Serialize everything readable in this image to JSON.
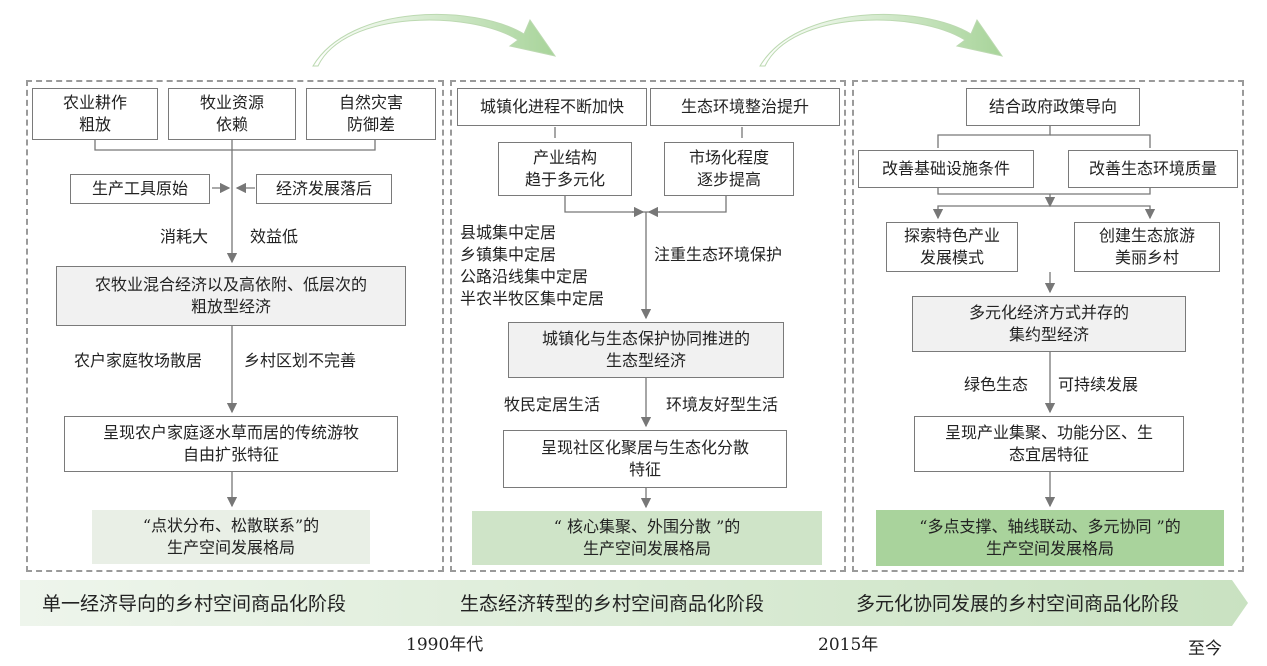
{
  "panel1": {
    "causes": [
      "农业耕作\n粗放",
      "牧业资源\n依赖",
      "自然灾害\n防御差"
    ],
    "left_factor": "生产工具原始",
    "right_factor": "经济发展落后",
    "mid_left": "消耗大",
    "mid_right": "效益低",
    "economy": "农牧业混合经济以及高依附、低层次的\n粗放型经济",
    "life_left": "农户家庭牧场散居",
    "life_right": "乡村区划不完善",
    "feature": "呈现农户家庭逐水草而居的传统游牧\n自由扩张特征",
    "pattern": "“点状分布、松散联系”的\n生产空间发展格局"
  },
  "panel2": {
    "top_left": "城镇化进程不断加快",
    "top_right": "生态环境整治提升",
    "mid_left": "产业结构\n趋于多元化",
    "mid_right": "市场化程度\n逐步提高",
    "settle_list": "县城集中定居\n乡镇集中定居\n公路沿线集中定居\n半农半牧区集中定居",
    "eco_note": "注重生态环境保护",
    "economy": "城镇化与生态保护协同推进的\n生态型经济",
    "life_left": "牧民定居生活",
    "life_right": "环境友好型生活",
    "feature": "呈现社区化聚居与生态化分散\n特征",
    "pattern": "“ 核心集聚、外围分散 ”的\n生产空间发展格局"
  },
  "panel3": {
    "top": "结合政府政策导向",
    "mid_left": "改善基础设施条件",
    "mid_right": "改善生态环境质量",
    "low_left": "探索特色产业\n发展模式",
    "low_right": "创建生态旅游\n美丽乡村",
    "economy": "多元化经济方式并存的\n集约型经济",
    "life_left": "绿色生态",
    "life_right": "可持续发展",
    "feature": "呈现产业集聚、功能分区、生\n态宜居特征",
    "pattern": "“多点支撑、轴线联动、多元协同 ”的\n生产空间发展格局"
  },
  "stages": [
    "单一经济导向的乡村空间商品化阶段",
    "生态经济转型的乡村空间商品化阶段",
    "多元化协同发展的乡村空间商品化阶段"
  ],
  "timeline": [
    "1990年代",
    "2015年",
    "至今"
  ],
  "colors": {
    "green_light": "#e9efe6",
    "green_mid": "#cfe4c8",
    "green_dark": "#a9d39c",
    "timeline": "#dfeedb"
  }
}
